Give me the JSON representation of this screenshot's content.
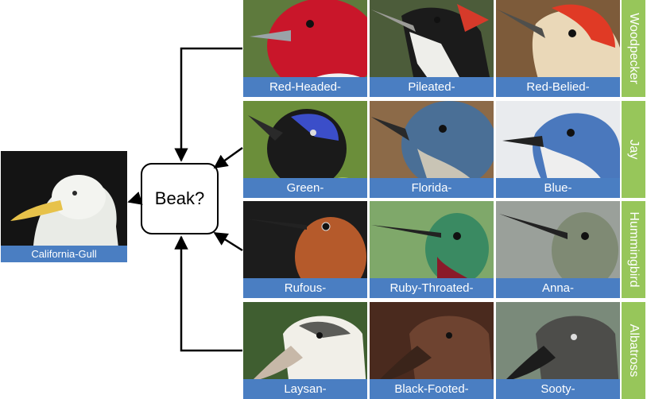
{
  "query": {
    "label": "California-Gull"
  },
  "decision": {
    "label": "Beak?"
  },
  "groups": [
    {
      "name": "Woodpecker",
      "species": [
        "Red-Headed-",
        "Pileated-",
        "Red-Belied-"
      ]
    },
    {
      "name": "Jay",
      "species": [
        "Green-",
        "Florida-",
        "Blue-"
      ]
    },
    {
      "name": "Hummingbird",
      "species": [
        "Rufous-",
        "Ruby-Throated-",
        "Anna-"
      ]
    },
    {
      "name": "Albatross",
      "species": [
        "Laysan-",
        "Black-Footed-",
        "Sooty-"
      ]
    }
  ],
  "colors": {
    "label_bar": "#4a7ec2",
    "group_bar": "#97c65a",
    "arrow": "#000000"
  }
}
